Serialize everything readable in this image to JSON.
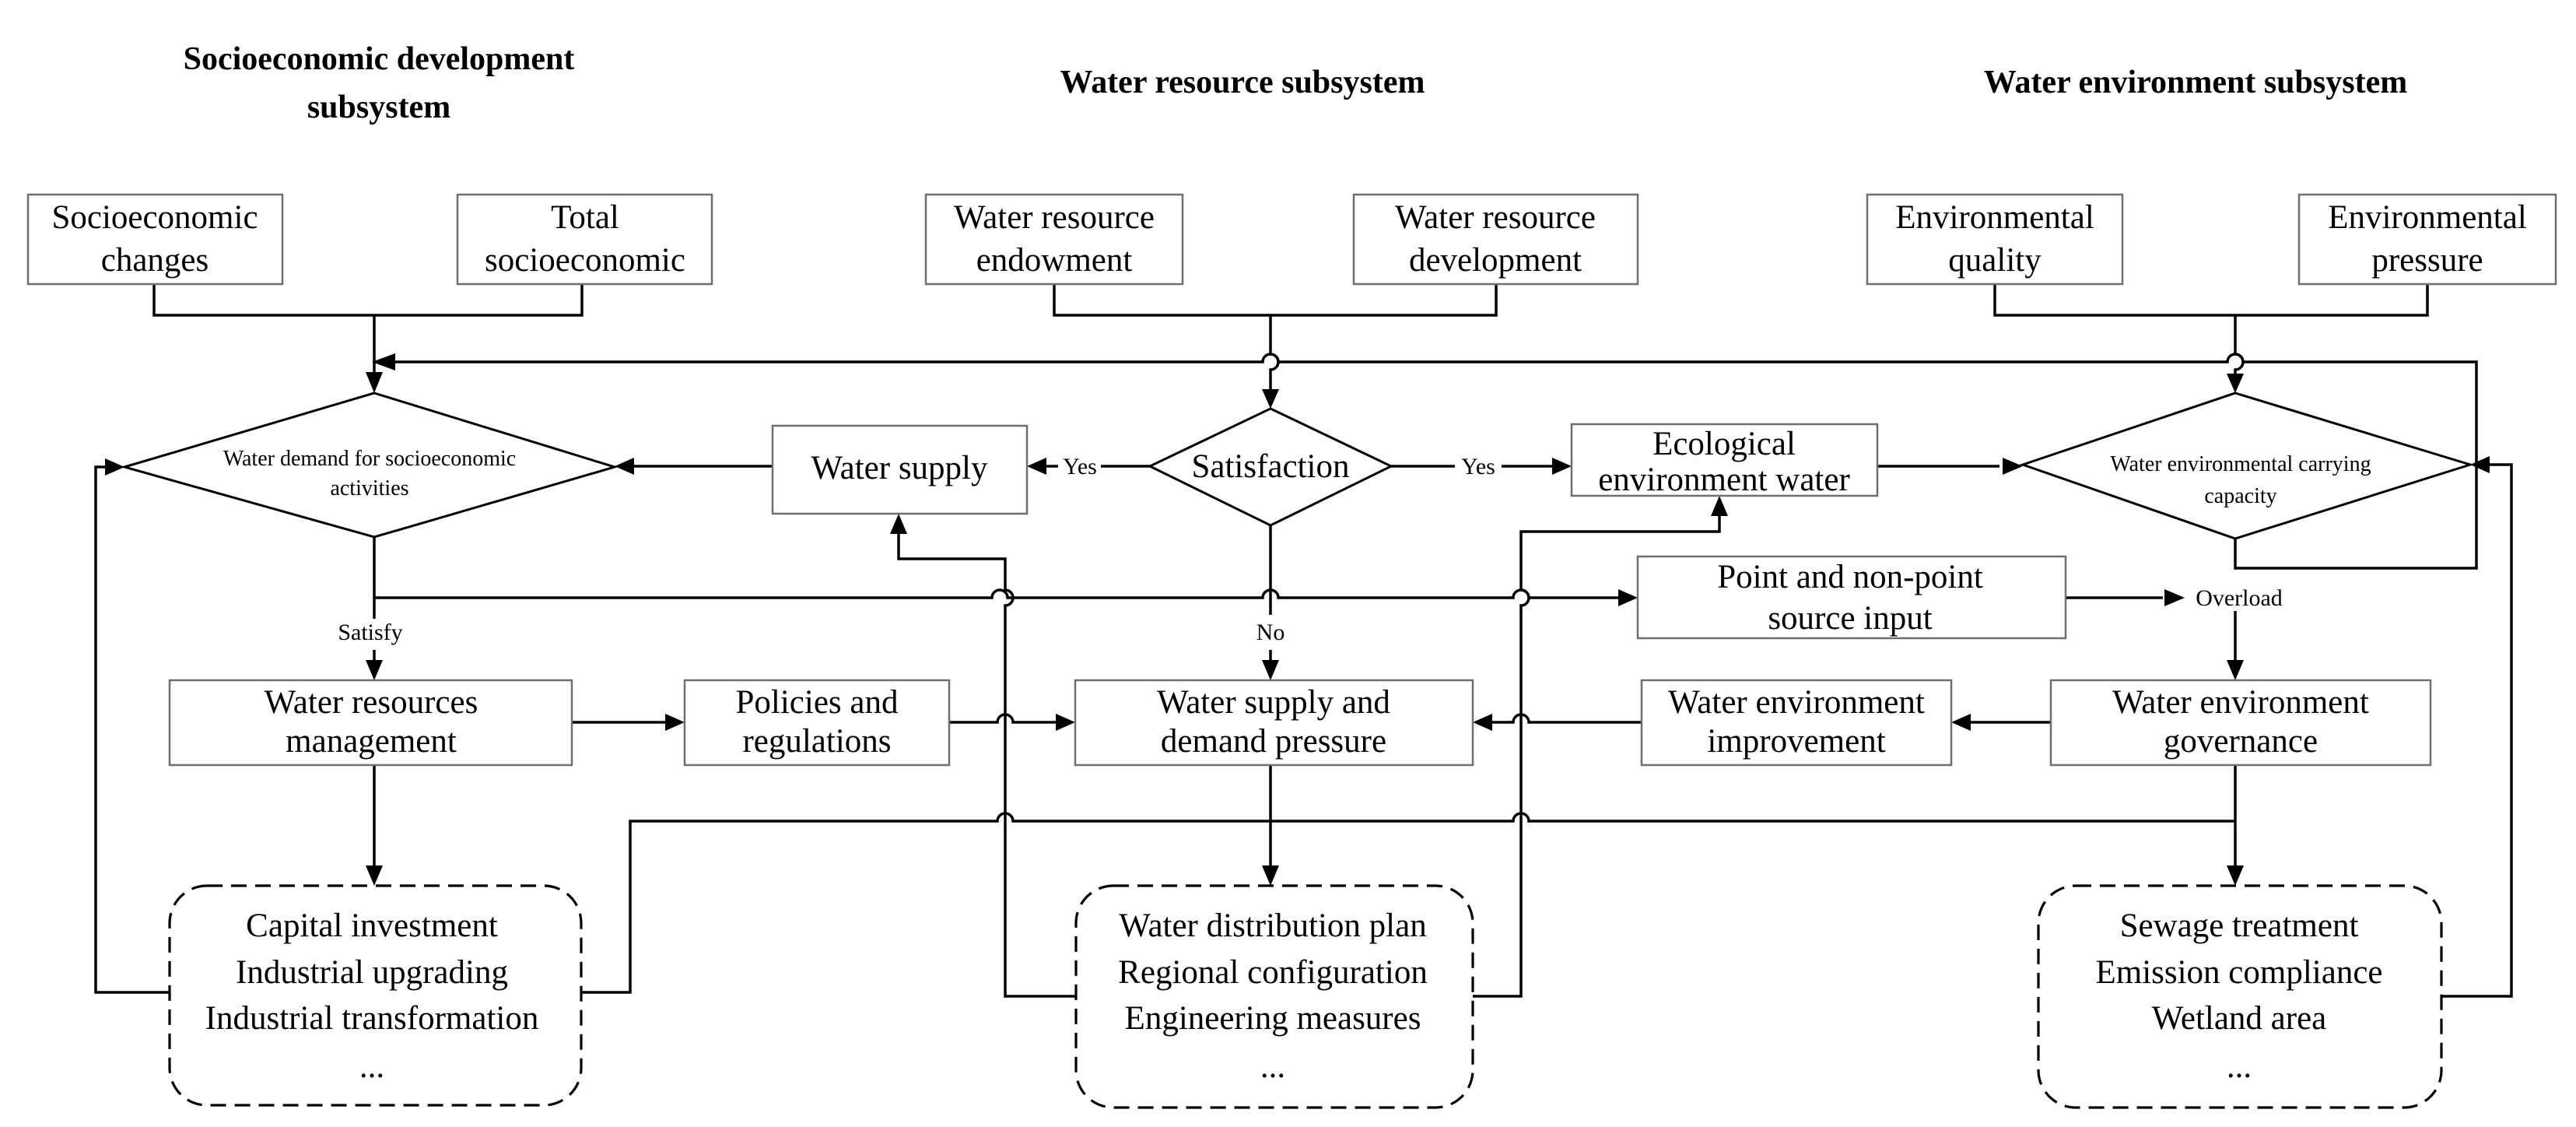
{
  "headers": {
    "socio_line1": "Socioeconomic development",
    "socio_line2": "subsystem",
    "water_resource": "Water resource subsystem",
    "water_environment": "Water environment subsystem"
  },
  "boxes": {
    "socio_changes": [
      "Socioeconomic",
      "changes"
    ],
    "total_socio": [
      "Total",
      "socioeconomic"
    ],
    "wr_endowment": [
      "Water resource",
      "endowment"
    ],
    "wr_development": [
      "Water resource",
      "development"
    ],
    "env_quality": [
      "Environmental",
      "quality"
    ],
    "env_pressure": [
      "Environmental",
      "pressure"
    ],
    "water_supply": "Water supply",
    "eco_water": [
      "Ecological",
      "environment water"
    ],
    "point_source": [
      "Point  and non-point",
      "source input"
    ],
    "wr_management": [
      "Water resources",
      "management"
    ],
    "policies": [
      "Policies and",
      "regulations"
    ],
    "supply_demand": [
      "Water supply and",
      "demand pressure"
    ],
    "we_improvement": [
      "Water environment",
      "improvement"
    ],
    "we_governance": [
      "Water environment",
      "governance"
    ]
  },
  "diamonds": {
    "demand": [
      "Water demand for socioeconomic",
      "activities"
    ],
    "satisfaction": "Satisfaction",
    "carrying": [
      "Water environmental carrying",
      "capacity"
    ]
  },
  "rounded": {
    "socio_measures": [
      "Capital investment",
      "Industrial upgrading",
      "Industrial transformation",
      "..."
    ],
    "water_measures": [
      "Water distribution plan",
      "Regional configuration",
      "Engineering measures",
      "..."
    ],
    "env_measures": [
      "Sewage treatment",
      "Emission compliance",
      "Wetland area",
      "..."
    ]
  },
  "edge_labels": {
    "yes_left": "Yes",
    "yes_right": "Yes",
    "no": "No",
    "satisfy": "Satisfy",
    "overload": "Overload"
  }
}
